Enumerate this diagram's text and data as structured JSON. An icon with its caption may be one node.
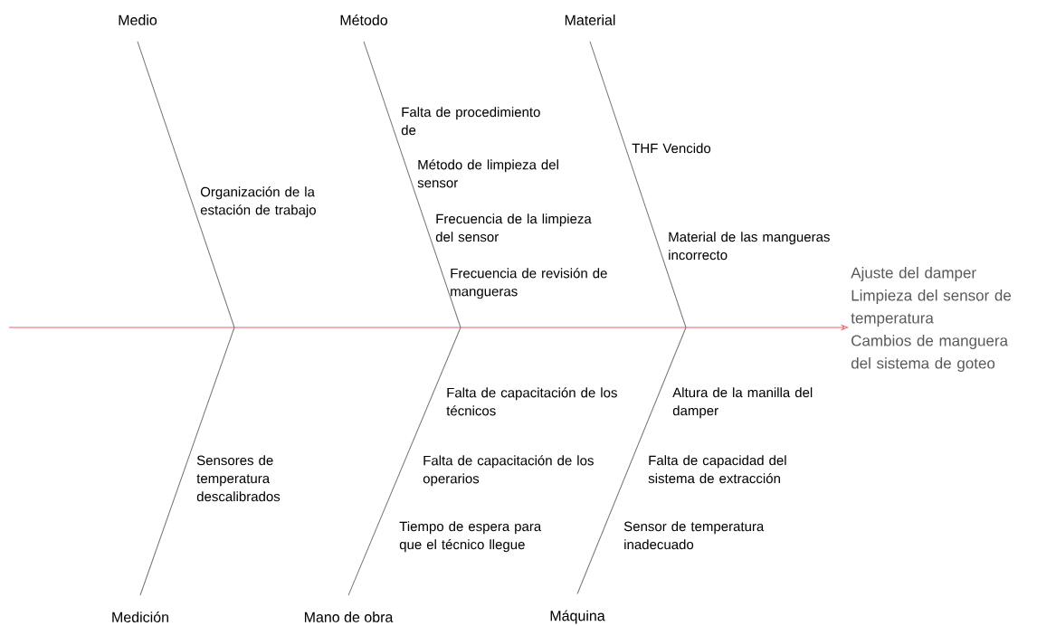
{
  "diagram": {
    "nodes": [
      {
        "text": [
          "Medio"
        ]
      },
      {
        "text": [
          "Método"
        ]
      },
      {
        "text": [
          "Material"
        ]
      },
      {
        "text": [
          "Medición"
        ]
      },
      {
        "text": [
          "Mano de obra"
        ]
      },
      {
        "text": [
          "Máquina"
        ]
      },
      {
        "text": [
          "Ajuste del damper",
          "Limpieza del sensor de temperatura",
          "Cambios de manguera del sistema de goteo"
        ]
      }
    ],
    "edges": [
      {
        "from": null,
        "to": 6,
        "arrow": "to",
        "color": "#e8636b"
      },
      {
        "from": 0,
        "to": null,
        "arrow": "none"
      },
      {
        "from": 1,
        "to": null,
        "arrow": "none"
      },
      {
        "from": 2,
        "to": null,
        "arrow": "none"
      },
      {
        "from": 3,
        "to": null,
        "arrow": "none"
      },
      {
        "from": 4,
        "to": null,
        "arrow": "none"
      },
      {
        "from": 5,
        "to": null,
        "arrow": "none"
      }
    ],
    "labels": [
      "Falta de procedimiento de",
      "THF Vencido",
      "Método de limpieza del sensor",
      "Organización de la estación de trabajo",
      "Frecuencia de la limpieza del sensor",
      "Material de las mangueras incorrecto",
      "Frecuencia de revisión de mangueras",
      "Falta de capacitación de los técnicos",
      "Altura de la manilla del damper",
      "Sensores de temperatura descalibrados",
      "Falta de capacitación de los operarios",
      "Falta de capacidad del sistema de extracción",
      "Tiempo de espera para que el técnico llegue",
      "Sensor de temperatura inadecuado"
    ]
  }
}
